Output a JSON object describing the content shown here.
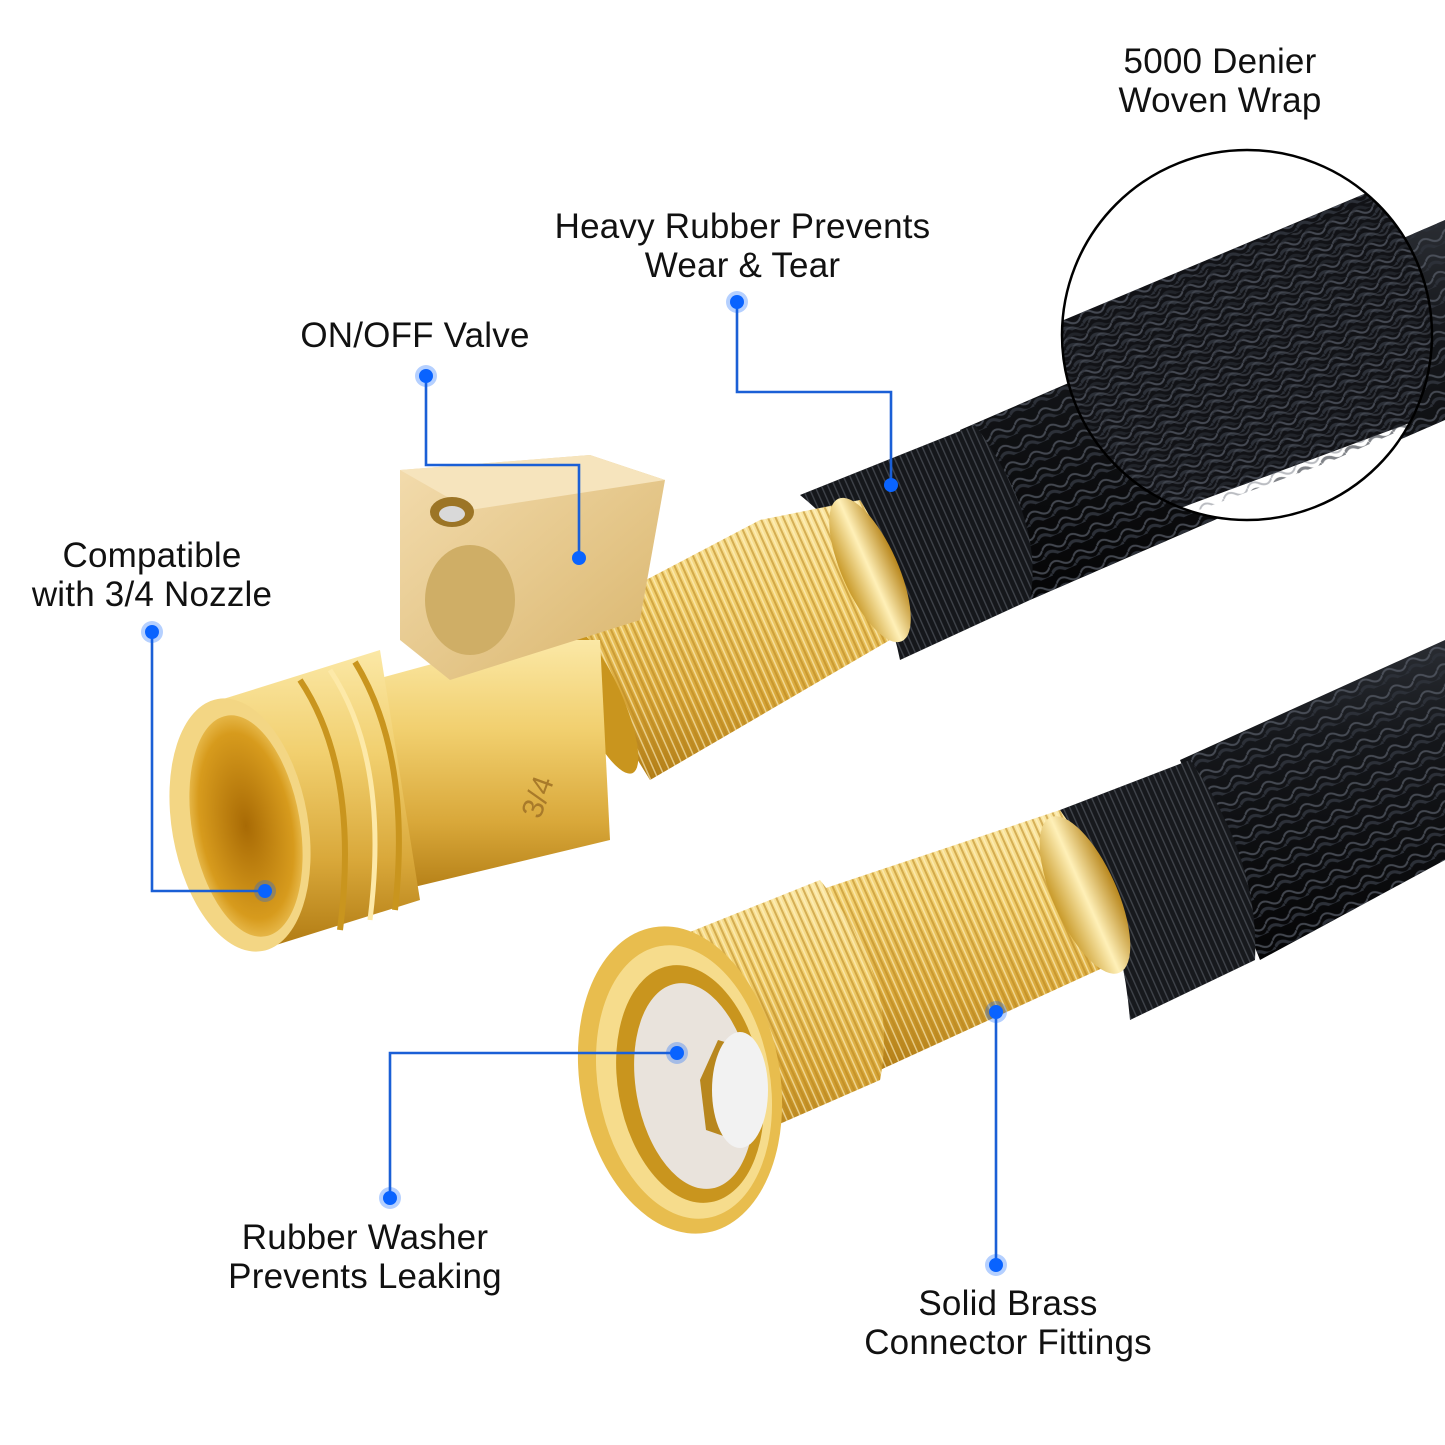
{
  "image": {
    "type": "product-feature-infographic",
    "subject": "expandable garden hose with brass fittings",
    "background": "#ffffff"
  },
  "colors": {
    "callout_line": "#1a5fd6",
    "callout_dot": "#0a64ff",
    "text": "#111111",
    "brass_light": "#f6dc8c",
    "brass_mid": "#e2b64a",
    "brass_dark": "#b07a12",
    "hose_black": "#111216",
    "hose_highlight": "#4a4f5a",
    "washer": "#e9e3dc",
    "inset_ring": "#000000"
  },
  "engraving": "3/4",
  "callouts": [
    {
      "id": "woven-wrap",
      "lines": [
        "5000 Denier",
        "Woven Wrap"
      ]
    },
    {
      "id": "heavy-rubber",
      "lines": [
        "Heavy Rubber Prevents",
        "Wear & Tear"
      ]
    },
    {
      "id": "valve",
      "lines": [
        "ON/OFF Valve"
      ]
    },
    {
      "id": "nozzle",
      "lines": [
        "Compatible",
        "with 3/4 Nozzle"
      ]
    },
    {
      "id": "washer",
      "lines": [
        "Rubber Washer",
        "Prevents Leaking"
      ]
    },
    {
      "id": "brass",
      "lines": [
        "Solid Brass",
        "Connector Fittings"
      ]
    }
  ]
}
